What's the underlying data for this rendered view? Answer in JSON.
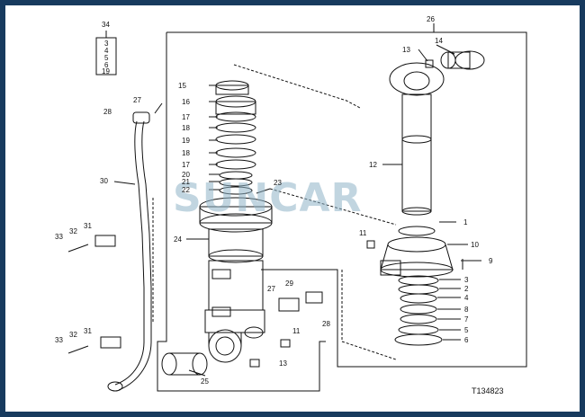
{
  "watermark": "SUNCAR",
  "figure_ref": "T134823",
  "kit_box": {
    "number": "34",
    "items": [
      "3",
      "4",
      "5",
      "6",
      "19"
    ]
  },
  "labels": {
    "l1": "1",
    "l2": "2",
    "l3": "3",
    "l4": "4",
    "l5": "5",
    "l6": "6",
    "l7": "7",
    "l8": "8",
    "l9": "9",
    "l10": "10",
    "l11a": "11",
    "l11b": "11",
    "l12": "12",
    "l13a": "13",
    "l13b": "13",
    "l14": "14",
    "l15": "15",
    "l16": "16",
    "l17a": "17",
    "l17b": "17",
    "l18a": "18",
    "l18b": "18",
    "l19": "19",
    "l20": "20",
    "l21": "21",
    "l22": "22",
    "l23": "23",
    "l24": "24",
    "l25": "25",
    "l26": "26",
    "l27a": "27",
    "l27b": "27",
    "l28a": "28",
    "l28b": "28",
    "l29": "29",
    "l30": "30",
    "l31a": "31",
    "l31b": "31",
    "l32a": "32",
    "l32b": "32",
    "l33a": "33",
    "l33b": "33"
  },
  "colors": {
    "frame": "#173a5e",
    "line": "#111111",
    "watermark": "#8fb4c8"
  }
}
